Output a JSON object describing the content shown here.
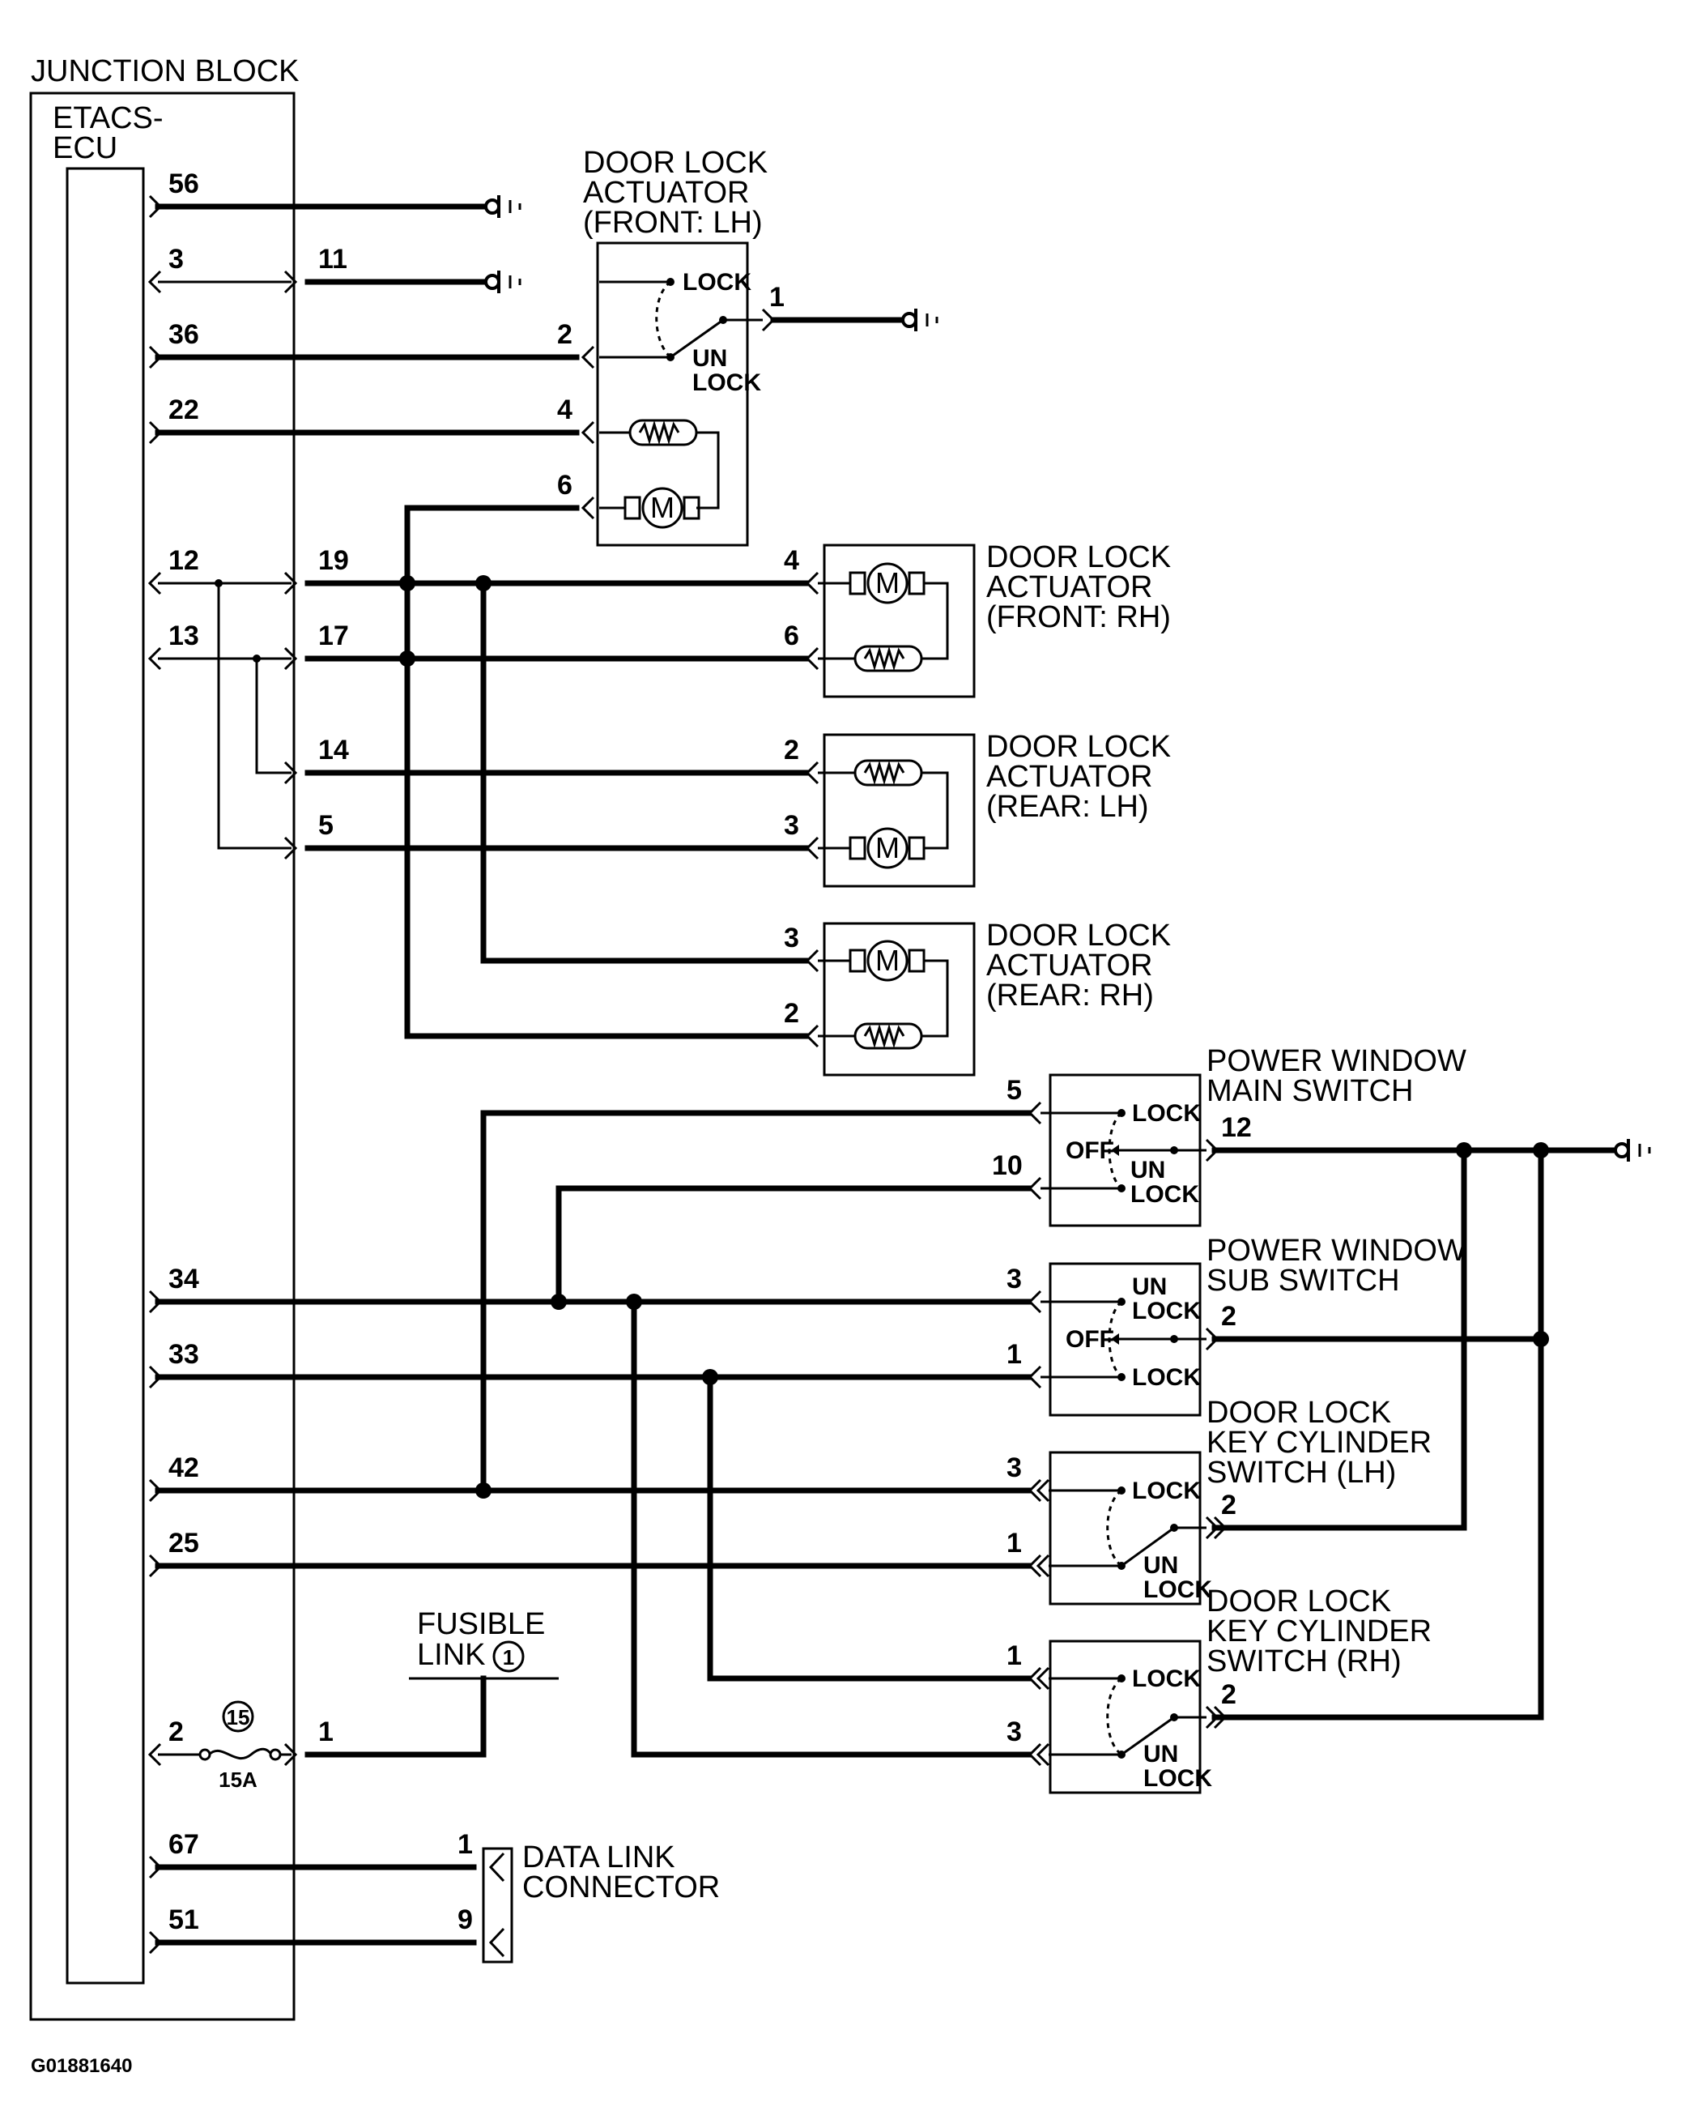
{
  "junction_block": {
    "title": "JUNCTION BLOCK",
    "ecu_line1": "ETACS-",
    "ecu_line2": "ECU"
  },
  "ecu_pins": {
    "p56": "56",
    "p3": "3",
    "p36": "36",
    "p22": "22",
    "p12": "12",
    "p13": "13",
    "p34": "34",
    "p33": "33",
    "p42": "42",
    "p25": "25",
    "p2": "2",
    "p67": "67",
    "p51": "51"
  },
  "jb_pins": {
    "p11": "11",
    "p19": "19",
    "p17": "17",
    "p14": "14",
    "p5": "5",
    "p1": "1",
    "fuse_no": "15",
    "fuse_rating": "15A"
  },
  "actuator_front_lh": {
    "line1": "DOOR LOCK",
    "line2": "ACTUATOR",
    "line3": "(FRONT: LH)",
    "lock": "LOCK",
    "un": "UN",
    "unlock2": "LOCK",
    "pin1": "1",
    "pin2": "2",
    "pin4": "4",
    "pin6": "6"
  },
  "actuator_front_rh": {
    "line1": "DOOR LOCK",
    "line2": "ACTUATOR",
    "line3": "(FRONT: RH)",
    "pin_a": "4",
    "pin_b": "6"
  },
  "actuator_rear_lh": {
    "line1": "DOOR LOCK",
    "line2": "ACTUATOR",
    "line3": "(REAR: LH)",
    "pin_a": "2",
    "pin_b": "3"
  },
  "actuator_rear_rh": {
    "line1": "DOOR LOCK",
    "line2": "ACTUATOR",
    "line3": "(REAR: RH)",
    "pin_a": "3",
    "pin_b": "2"
  },
  "pw_main_switch": {
    "line1": "POWER WINDOW",
    "line2": "MAIN SWITCH",
    "lock": "LOCK",
    "off": "OFF",
    "un": "UN",
    "unlock2": "LOCK",
    "pin_a": "5",
    "pin_b": "10",
    "pin_out": "12"
  },
  "pw_sub_switch": {
    "line1": "POWER WINDOW",
    "line2": "SUB SWITCH",
    "un": "UN",
    "unlock2": "LOCK",
    "off": "OFF",
    "lock": "LOCK",
    "pin_a": "3",
    "pin_b": "1",
    "pin_out": "2"
  },
  "key_cyl_lh": {
    "line1": "DOOR LOCK",
    "line2": "KEY CYLINDER",
    "line3": "SWITCH (LH)",
    "lock": "LOCK",
    "un": "UN",
    "unlock2": "LOCK",
    "pin_a": "3",
    "pin_b": "1",
    "pin_out": "2"
  },
  "key_cyl_rh": {
    "line1": "DOOR LOCK",
    "line2": "KEY CYLINDER",
    "line3": "SWITCH (RH)",
    "lock": "LOCK",
    "un": "UN",
    "unlock2": "LOCK",
    "pin_a": "1",
    "pin_b": "3",
    "pin_out": "2"
  },
  "fusible_link": {
    "line1": "FUSIBLE",
    "line2": "LINK",
    "num": "1"
  },
  "data_link": {
    "line1": "DATA LINK",
    "line2": "CONNECTOR",
    "pin_a": "1",
    "pin_b": "9"
  },
  "figure_code": "G01881640"
}
